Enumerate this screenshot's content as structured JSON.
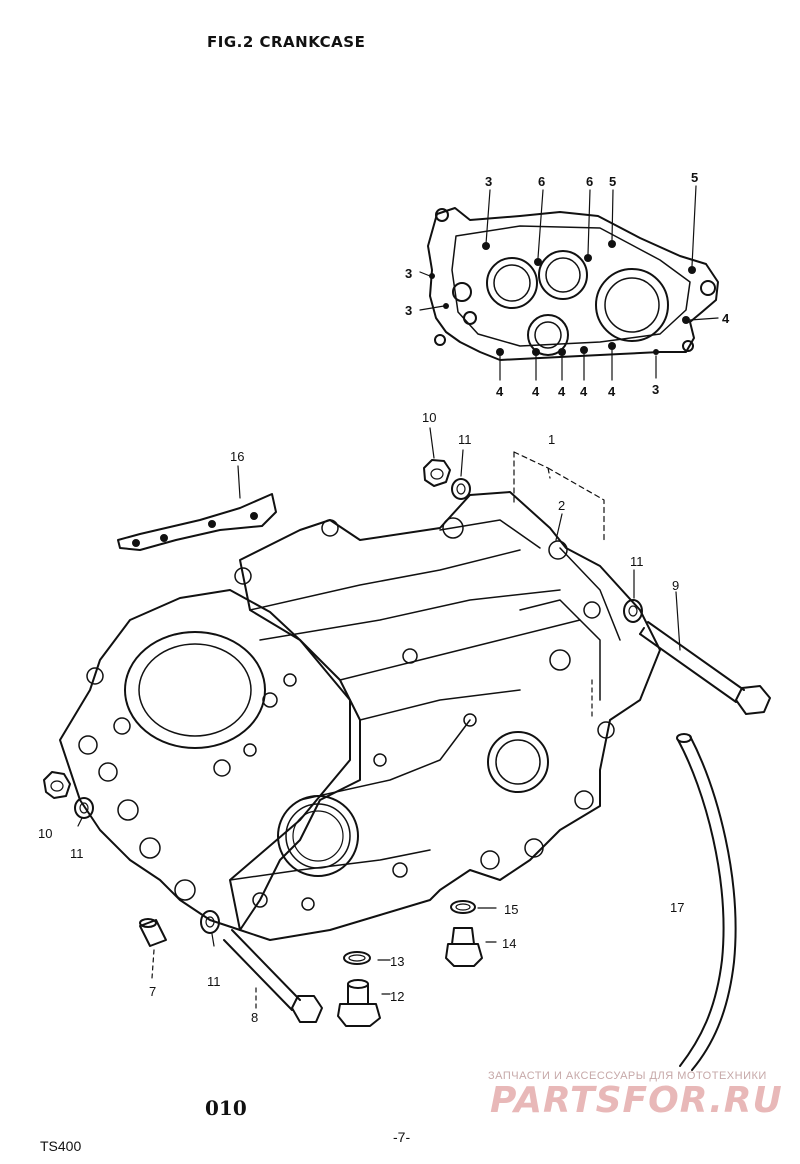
{
  "title": "FIG.2  CRANKCASE",
  "page_code": "010",
  "model": "TS400",
  "page_number": "-7-",
  "watermark": {
    "subtitle": "ЗАПЧАСТИ И АКСЕССУАРЫ ДЛЯ МОТОТЕХНИКИ",
    "brand": "PARTSFOR.RU",
    "color": "#e8b8b8"
  },
  "inset_callouts": {
    "top": [
      "3",
      "6",
      "6",
      "5",
      "5"
    ],
    "left": [
      "3",
      "3"
    ],
    "right": [
      "4"
    ],
    "bottom": [
      "4",
      "4",
      "4",
      "4",
      "4",
      "3"
    ]
  },
  "part_callouts": [
    "1",
    "2",
    "7",
    "8",
    "9",
    "10",
    "10",
    "11",
    "11",
    "11",
    "11",
    "12",
    "13",
    "14",
    "15",
    "16",
    "17"
  ],
  "line_color": "#111111"
}
